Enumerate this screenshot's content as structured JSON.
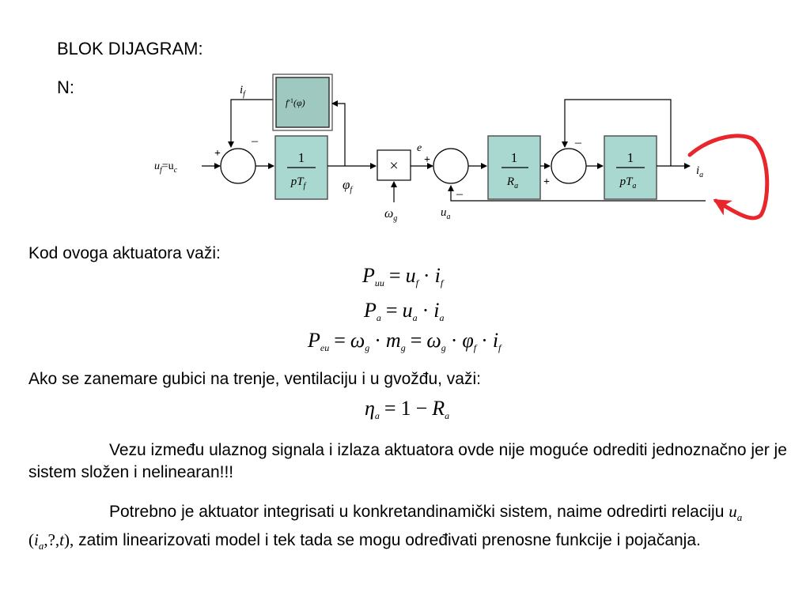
{
  "heading": "BLOK DIJAGRAM:",
  "subheading": "N:",
  "diagram": {
    "colors": {
      "block_fill": "#a8d8d0",
      "inverse_block_fill": "#9fc8c0",
      "feedback_arrow": "#e8262b"
    },
    "labels": {
      "if_main": "i",
      "if_sub": "f",
      "inv_func": "f",
      "inv_exp": "-1",
      "inv_arg": "(φ)",
      "uf_main": "u",
      "uf_sub": "f",
      "eq_sign": "=u",
      "uc_sub": "c",
      "plus1": "+",
      "minus1": "–",
      "block1_num": "1",
      "block1_den": "pT",
      "block1_den_sub": "f",
      "phi_main": "φ",
      "phi_sub": "f",
      "mult": "×",
      "omega_main": "ω",
      "omega_sub": "g",
      "e": "e",
      "plus2": "+",
      "minus2": "–",
      "ua_main": "u",
      "ua_sub": "a",
      "block2_num": "1",
      "block2_den": "R",
      "block2_den_sub": "a",
      "plus3": "+",
      "minus3": "–",
      "block3_num": "1",
      "block3_den": "pT",
      "block3_den_sub": "a",
      "ia_main": "i",
      "ia_sub": "a"
    }
  },
  "section1": "Kod ovoga aktuatora važi:",
  "equations": {
    "eq1": {
      "lhs": "P",
      "lhs_sub": "uu",
      "op": "=",
      "t1": "u",
      "t1_sub": "f",
      "dot": "·",
      "t2": "i",
      "t2_sub": "f"
    },
    "eq2": {
      "lhs": "P",
      "lhs_sub": "a",
      "op": "=",
      "t1": "u",
      "t1_sub": "a",
      "dot": "·",
      "t2": "i",
      "t2_sub": "a"
    },
    "eq3": {
      "lhs": "P",
      "lhs_sub": "eu",
      "op": "=",
      "t1": "ω",
      "t1_sub": "g",
      "dot1": "·",
      "t2": "m",
      "t2_sub": "g",
      "op2": "=",
      "t3": "ω",
      "t3_sub": "g",
      "dot2": "·",
      "t4": "φ",
      "t4_sub": "f",
      "dot3": "·",
      "t5": "i",
      "t5_sub": "f"
    },
    "eq4": {
      "lhs": "η",
      "lhs_sub": "a",
      "op": "=",
      "one": "1",
      "minus": "−",
      "t1": "R",
      "t1_sub": "a"
    }
  },
  "section2": "Ako se zanemare gubici na trenje, ventilaciju i u gvožđu, važi:",
  "para1": "Vezu između ulaznog signala i izlaza aktuatora ovde nije moguće odrediti jednoznačno jer je sistem složen i nelinearan!!!",
  "para2": {
    "before": "Potrebno je aktuator integrisati u konkretandinamički sistem, naime odredirti relaciju ",
    "ua_main": "u",
    "ua_sub": "a",
    "paren_open": " (",
    "ia_main": "i",
    "ia_sub": "a",
    "args": ",?,",
    "t": "t",
    "paren_close": "),",
    "after": " zatim linearizovati model i tek tada se mogu određivati prenosne funkcije i pojačanja."
  }
}
